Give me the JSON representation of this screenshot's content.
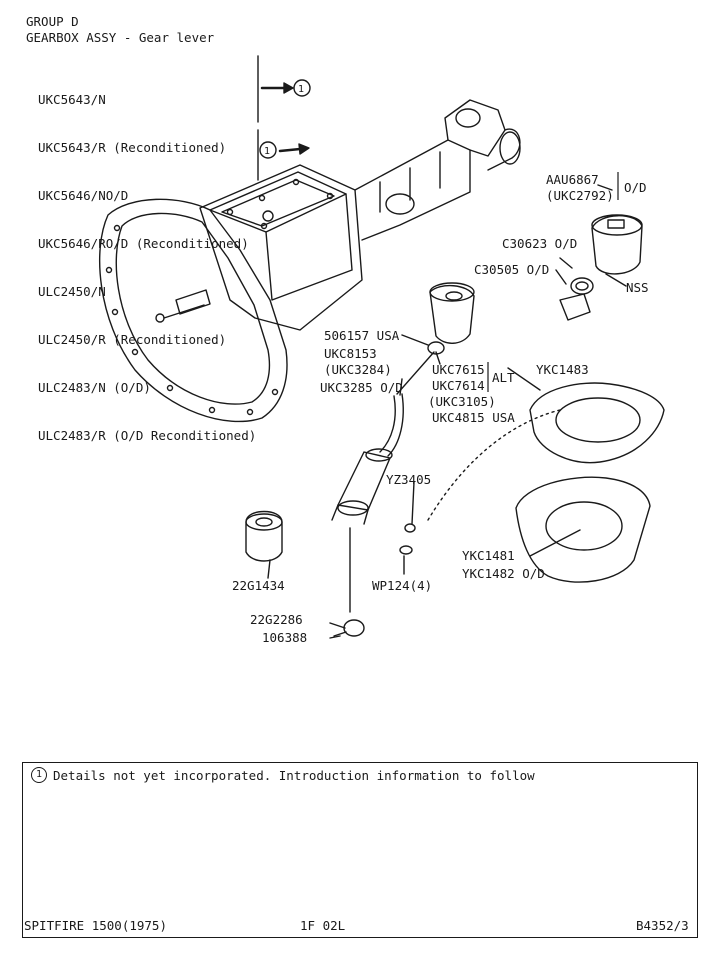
{
  "header": {
    "group": "GROUP D",
    "title": "GEARBOX ASSY - Gear lever"
  },
  "gearbox_parts": [
    "UKC5643/N",
    "UKC5643/R (Reconditioned)",
    "UKC5646/NO/D",
    "UKC5646/RO/D (Reconditioned)",
    "ULC2450/N",
    "ULC2450/R (Reconditioned)",
    "ULC2483/N (O/D)",
    "ULC2483/R (O/D Reconditioned)"
  ],
  "note_marker": "1",
  "callouts": {
    "aau6867": "AAU6867",
    "ukc2792": "(UKC2792)",
    "od_label": "O/D",
    "c30623": "C30623 O/D",
    "c30505": "C30505 O/D",
    "nss": "NSS",
    "p506157": "506157 USA",
    "ukc8153": "UKC8153",
    "ukc3284": "(UKC3284)",
    "ukc3285": "UKC3285 O/D",
    "ukc7615": "UKC7615",
    "ukc7614": "UKC7614",
    "alt": "ALT",
    "ukc3105": "(UKC3105)",
    "ukc4815": "UKC4815 USA",
    "ykc1483": "YKC1483",
    "yz3405": "YZ3405",
    "wp124": "WP124(4)",
    "p22g1434": "22G1434",
    "p22g2286": "22G2286",
    "p106388": "106388",
    "ykc1481": "YKC1481",
    "ykc1482": "YKC1482 O/D"
  },
  "notes": {
    "marker": "1",
    "text": "Details not yet incorporated. Introduction information to follow"
  },
  "footer": {
    "model": "SPITFIRE 1500(1975)",
    "ref": "1F 02L",
    "page": "B4352/3"
  }
}
